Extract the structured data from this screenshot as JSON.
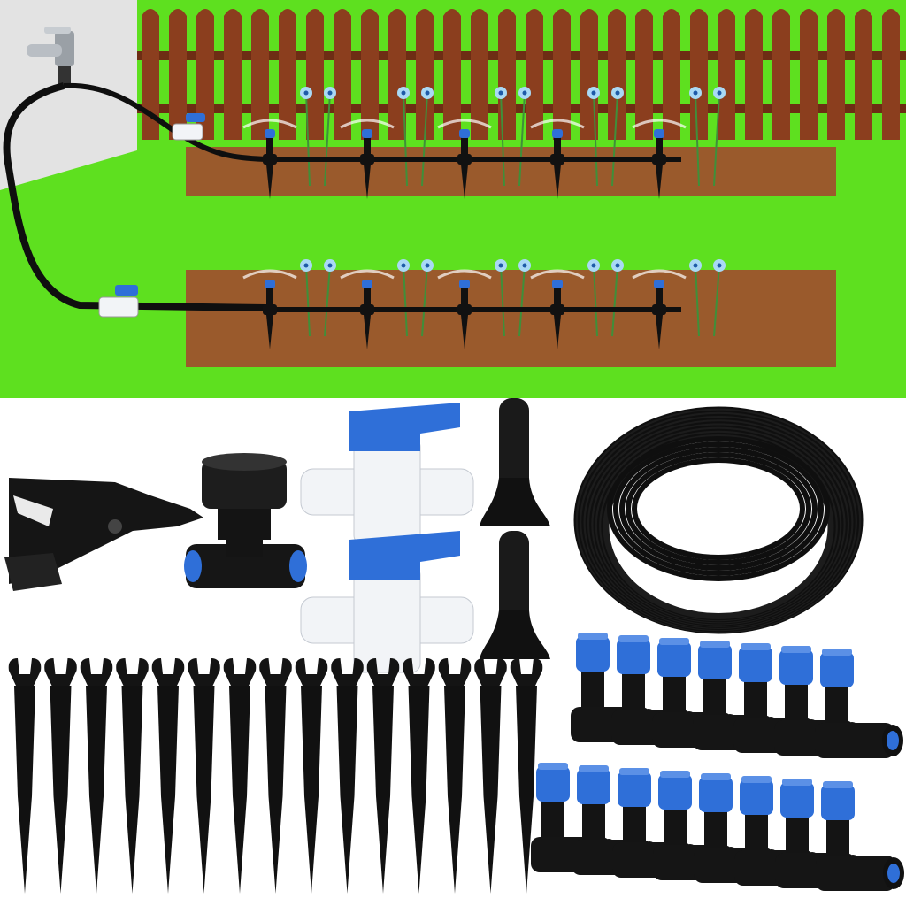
{
  "scene": {
    "colors": {
      "grass": "#5ee01f",
      "soil": "#9a5a2c",
      "fence": "#8b3e1e",
      "wall": "#e3e3e3",
      "tube": "#0f0f0f",
      "blue": "#2f6fd8",
      "valve_body": "#f2f4f7"
    },
    "top_illustration": {
      "beds": 2,
      "sprinklers_per_bed": 5,
      "icons": [
        "faucet-icon",
        "valve-icon",
        "sprinkler-icon",
        "flower-icon",
        "fence-icon"
      ]
    },
    "kit_contents": {
      "tubing_coil": 1,
      "faucet_adapter_tee": 1,
      "shutoff_valves": 2,
      "stake_bases": 2,
      "tube_cutter": 1,
      "hose_stakes": 15,
      "mist_nozzle_tees": 15
    }
  }
}
